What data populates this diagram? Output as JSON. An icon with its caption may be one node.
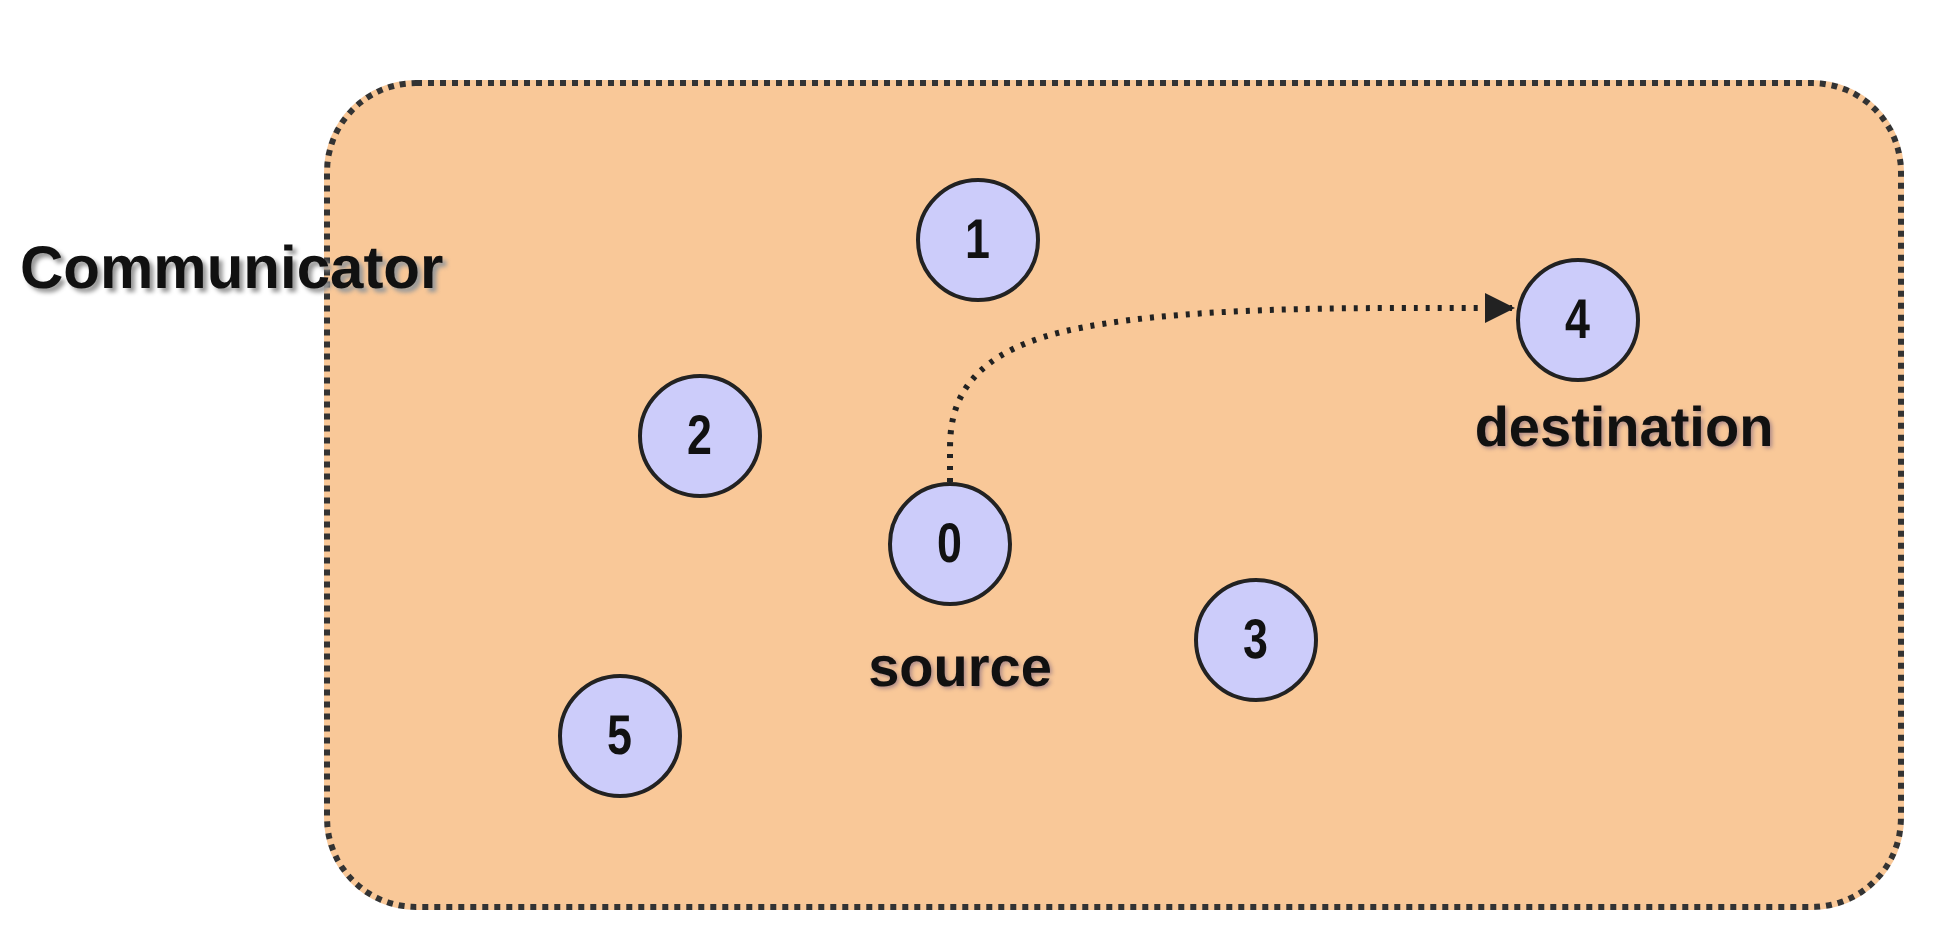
{
  "diagram": {
    "nodes": [
      {
        "text": [
          "Communicator"
        ]
      },
      {
        "text": [
          "1"
        ],
        "in": 0
      },
      {
        "text": [
          "4"
        ],
        "in": 0,
        "beside": [
          "destination"
        ]
      },
      {
        "text": [
          "2"
        ],
        "in": 0
      },
      {
        "text": [
          "0"
        ],
        "in": 0,
        "beside": [
          "source"
        ]
      },
      {
        "text": [
          "3"
        ],
        "in": 0
      },
      {
        "text": [
          "5"
        ],
        "in": 0
      }
    ],
    "edges": [
      {
        "from": 4,
        "to": 2,
        "arrow": "to",
        "style": "dashed"
      }
    ]
  }
}
